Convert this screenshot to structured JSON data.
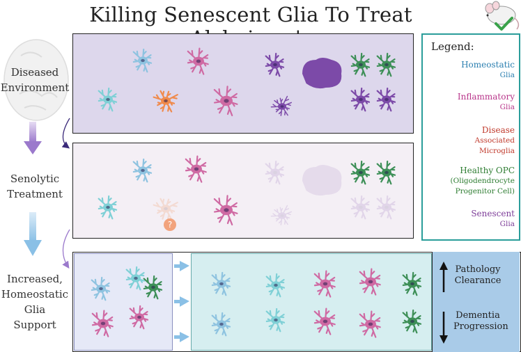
{
  "title": "Killing Senescent Glia To Treat Alzheimer's",
  "side_labels": {
    "diseased": [
      "Diseased",
      "Environment"
    ],
    "senolytic": [
      "Senolytic",
      "Treatment"
    ],
    "increased": [
      "Increased,",
      "Homeostatic",
      "Glia",
      "Support"
    ]
  },
  "legend": {
    "title": "Legend:",
    "items": [
      {
        "line1": "Homeostatic",
        "line2": "Glia",
        "color": "#2b7fb0"
      },
      {
        "line1": "Inflammatory",
        "line2": "Glia",
        "color": "#b8358a"
      },
      {
        "line1": "Disease",
        "line2": "Associated",
        "line3": "Microglia",
        "color": "#c0392b"
      },
      {
        "line1": "Healthy OPC",
        "line2": "(Oligodendrocyte",
        "line3": "Progenitor Cell)",
        "color": "#2e7d32"
      },
      {
        "line1": "Senescent",
        "line2": "Glia",
        "color": "#7d3c98"
      }
    ]
  },
  "outcomes": {
    "pathology": [
      "Pathology",
      "Clearance"
    ],
    "dementia": [
      "Dementia",
      "Progression"
    ]
  },
  "question_mark": "?",
  "colors": {
    "homeostatic": "#8ec3e0",
    "astro": "#7fd0d6",
    "inflammatory": "#cf6aa3",
    "dam": "#f08a4b",
    "opc": "#3d8f57",
    "senescent": "#7c4aa8",
    "panel1_bg": "#ddd7ec",
    "panel2_bg": "#f4eff5",
    "panel3_bg": "#e6e9f7",
    "panel4_bg": "#d6eef0",
    "legend_border": "#2a9d9a",
    "arrow_purple": "#9b79cc",
    "arrow_blue": "#8ac0e6"
  },
  "icons": [
    "brain-icon",
    "mouse-icon",
    "checkmark-icon"
  ]
}
